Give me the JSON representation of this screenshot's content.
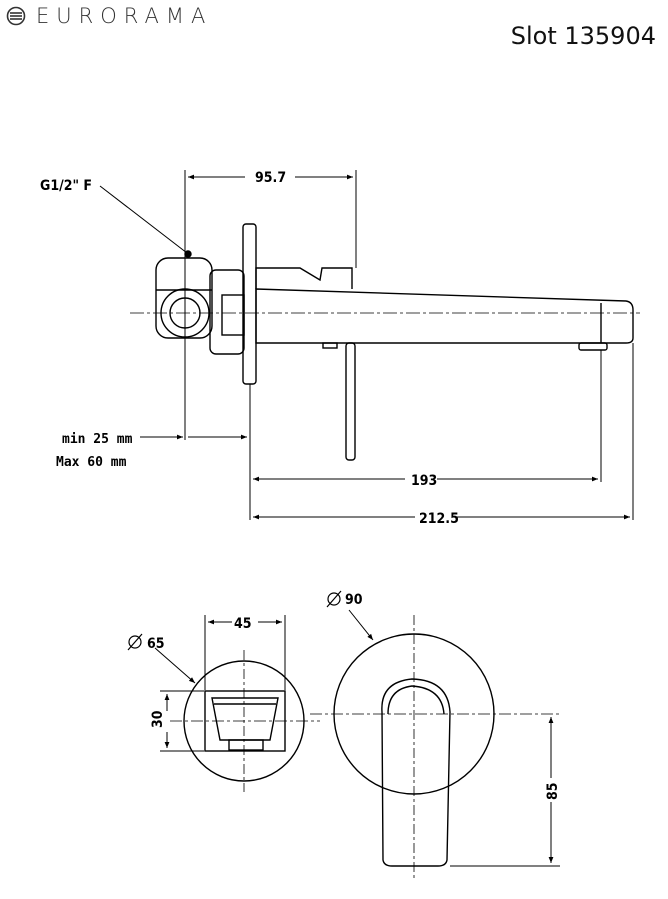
{
  "header": {
    "brand": "EURORAMA",
    "slot": "Slot 135904"
  },
  "side_view": {
    "thread_label": "G1/2\" F",
    "dim_top": "95.7",
    "dim_wall_min": "min 25 mm",
    "dim_wall_max": "Max 60 mm",
    "dim_spout": "193",
    "dim_overall": "212.5"
  },
  "box_view": {
    "dim_width": "45",
    "dim_diameter": "65",
    "dim_height": "30"
  },
  "front_view": {
    "dim_diameter": "90",
    "dim_height": "85"
  }
}
